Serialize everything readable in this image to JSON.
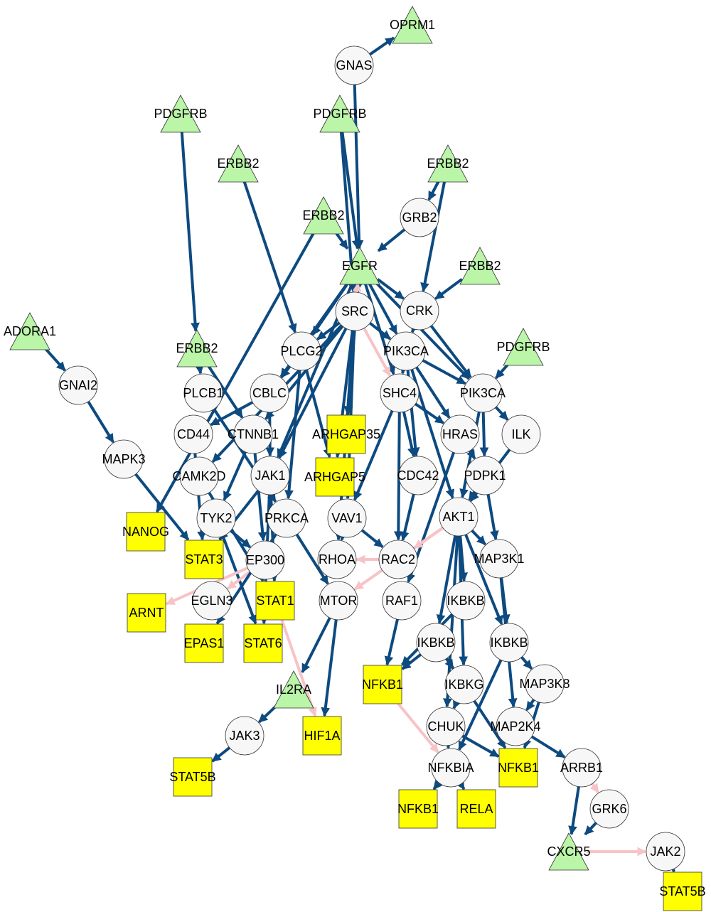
{
  "colors": {
    "activation_edge": "#0d4a80",
    "inhibition_edge": "#f7c3c6",
    "circle_fill": "#f7f7f7",
    "square_fill": "#ffff00",
    "triangle_fill": "#bbf5a8",
    "background": "#ffffff"
  },
  "nodes": [
    {
      "id": "oprm1",
      "label": "OPRM1",
      "shape": "triangle"
    },
    {
      "id": "gnas",
      "label": "GNAS",
      "shape": "circle"
    },
    {
      "id": "pdgfrb_left",
      "label": "PDGFRB",
      "shape": "triangle"
    },
    {
      "id": "pdgfrb_center",
      "label": "PDGFRB",
      "shape": "triangle"
    },
    {
      "id": "erbb2_a",
      "label": "ERBB2",
      "shape": "triangle"
    },
    {
      "id": "erbb2_b",
      "label": "ERBB2",
      "shape": "triangle"
    },
    {
      "id": "grb2",
      "label": "GRB2",
      "shape": "circle"
    },
    {
      "id": "erbb2_c",
      "label": "ERBB2",
      "shape": "triangle"
    },
    {
      "id": "egfr",
      "label": "EGFR",
      "shape": "triangle"
    },
    {
      "id": "erbb2_d",
      "label": "ERBB2",
      "shape": "triangle"
    },
    {
      "id": "src",
      "label": "SRC",
      "shape": "circle"
    },
    {
      "id": "crk",
      "label": "CRK",
      "shape": "circle"
    },
    {
      "id": "adora1",
      "label": "ADORA1",
      "shape": "triangle"
    },
    {
      "id": "erbb2_e",
      "label": "ERBB2",
      "shape": "triangle"
    },
    {
      "id": "plcg2",
      "label": "PLCG2",
      "shape": "circle"
    },
    {
      "id": "pik3ca_a",
      "label": "PIK3CA",
      "shape": "circle"
    },
    {
      "id": "pdgfrb_right",
      "label": "PDGFRB",
      "shape": "triangle"
    },
    {
      "id": "gnai2",
      "label": "GNAI2",
      "shape": "circle"
    },
    {
      "id": "plcb1",
      "label": "PLCB1",
      "shape": "circle"
    },
    {
      "id": "cblc",
      "label": "CBLC",
      "shape": "circle"
    },
    {
      "id": "shc4",
      "label": "SHC4",
      "shape": "circle"
    },
    {
      "id": "pik3ca_b",
      "label": "PIK3CA",
      "shape": "circle"
    },
    {
      "id": "cd44",
      "label": "CD44",
      "shape": "circle"
    },
    {
      "id": "ctnnb1",
      "label": "CTNNB1",
      "shape": "circle"
    },
    {
      "id": "arhgap35",
      "label": "ARHGAP35",
      "shape": "square"
    },
    {
      "id": "hras",
      "label": "HRAS",
      "shape": "circle"
    },
    {
      "id": "ilk",
      "label": "ILK",
      "shape": "circle"
    },
    {
      "id": "mapk3",
      "label": "MAPK3",
      "shape": "circle"
    },
    {
      "id": "camk2d",
      "label": "CAMK2D",
      "shape": "circle"
    },
    {
      "id": "jak1",
      "label": "JAK1",
      "shape": "circle"
    },
    {
      "id": "arhgap5",
      "label": "ARHGAP5",
      "shape": "square"
    },
    {
      "id": "cdc42",
      "label": "CDC42",
      "shape": "circle"
    },
    {
      "id": "pdpk1",
      "label": "PDPK1",
      "shape": "circle"
    },
    {
      "id": "nanog",
      "label": "NANOG",
      "shape": "square"
    },
    {
      "id": "tyk2",
      "label": "TYK2",
      "shape": "circle"
    },
    {
      "id": "prkca",
      "label": "PRKCA",
      "shape": "circle"
    },
    {
      "id": "vav1",
      "label": "VAV1",
      "shape": "circle"
    },
    {
      "id": "akt1",
      "label": "AKT1",
      "shape": "circle"
    },
    {
      "id": "stat3",
      "label": "STAT3",
      "shape": "square"
    },
    {
      "id": "ep300",
      "label": "EP300",
      "shape": "circle"
    },
    {
      "id": "rhoa",
      "label": "RHOA",
      "shape": "circle"
    },
    {
      "id": "rac2",
      "label": "RAC2",
      "shape": "circle"
    },
    {
      "id": "map3k1",
      "label": "MAP3K1",
      "shape": "circle"
    },
    {
      "id": "arnt",
      "label": "ARNT",
      "shape": "square"
    },
    {
      "id": "egln3",
      "label": "EGLN3",
      "shape": "circle"
    },
    {
      "id": "stat1",
      "label": "STAT1",
      "shape": "square"
    },
    {
      "id": "mtor",
      "label": "MTOR",
      "shape": "circle"
    },
    {
      "id": "raf1",
      "label": "RAF1",
      "shape": "circle"
    },
    {
      "id": "ikbkb_a",
      "label": "IKBKB",
      "shape": "circle"
    },
    {
      "id": "epas1",
      "label": "EPAS1",
      "shape": "square"
    },
    {
      "id": "stat6",
      "label": "STAT6",
      "shape": "square"
    },
    {
      "id": "ikbkb_b",
      "label": "IKBKB",
      "shape": "circle"
    },
    {
      "id": "ikbkb_c",
      "label": "IKBKB",
      "shape": "circle"
    },
    {
      "id": "il2ra",
      "label": "IL2RA",
      "shape": "triangle"
    },
    {
      "id": "nfkb1_a",
      "label": "NFKB1",
      "shape": "square"
    },
    {
      "id": "ikbkg",
      "label": "IKBKG",
      "shape": "circle"
    },
    {
      "id": "map3k8",
      "label": "MAP3K8",
      "shape": "circle"
    },
    {
      "id": "jak3",
      "label": "JAK3",
      "shape": "circle"
    },
    {
      "id": "hif1a",
      "label": "HIF1A",
      "shape": "square"
    },
    {
      "id": "chuk",
      "label": "CHUK",
      "shape": "circle"
    },
    {
      "id": "map2k4",
      "label": "MAP2K4",
      "shape": "circle"
    },
    {
      "id": "stat5b_a",
      "label": "STAT5B",
      "shape": "square"
    },
    {
      "id": "nfkbia",
      "label": "NFKBIA",
      "shape": "circle"
    },
    {
      "id": "nfkb1_b",
      "label": "NFKB1",
      "shape": "square"
    },
    {
      "id": "arrb1",
      "label": "ARRB1",
      "shape": "circle"
    },
    {
      "id": "nfkb1_c",
      "label": "NFKB1",
      "shape": "square"
    },
    {
      "id": "rela",
      "label": "RELA",
      "shape": "square"
    },
    {
      "id": "grk6",
      "label": "GRK6",
      "shape": "circle"
    },
    {
      "id": "cxcr5",
      "label": "CXCR5",
      "shape": "triangle"
    },
    {
      "id": "jak2",
      "label": "JAK2",
      "shape": "circle"
    },
    {
      "id": "stat5b_b",
      "label": "STAT5B",
      "shape": "square"
    }
  ],
  "edges": [
    {
      "from": "gnas",
      "to": "oprm1",
      "type": "activation"
    },
    {
      "from": "gnas",
      "to": "egfr",
      "type": "activation"
    },
    {
      "from": "pdgfrb_center",
      "to": "egfr",
      "type": "activation"
    },
    {
      "from": "pdgfrb_center",
      "to": "src",
      "type": "activation"
    },
    {
      "from": "pdgfrb_left",
      "to": "erbb2_e",
      "type": "activation"
    },
    {
      "from": "erbb2_a",
      "to": "plcg2",
      "type": "activation"
    },
    {
      "from": "erbb2_c",
      "to": "grb2",
      "type": "activation"
    },
    {
      "from": "erbb2_c",
      "to": "crk",
      "type": "activation"
    },
    {
      "from": "grb2",
      "to": "egfr",
      "type": "activation"
    },
    {
      "from": "erbb2_b",
      "to": "egfr",
      "type": "activation"
    },
    {
      "from": "erbb2_b",
      "to": "nanog",
      "type": "activation"
    },
    {
      "from": "erbb2_d",
      "to": "crk",
      "type": "activation"
    },
    {
      "from": "egfr",
      "to": "src",
      "type": "activation"
    },
    {
      "from": "egfr",
      "to": "crk",
      "type": "activation"
    },
    {
      "from": "egfr",
      "to": "plcg2",
      "type": "activation"
    },
    {
      "from": "egfr",
      "to": "pik3ca_a",
      "type": "activation"
    },
    {
      "from": "egfr",
      "to": "shc4",
      "type": "activation"
    },
    {
      "from": "egfr",
      "to": "pik3ca_b",
      "type": "activation"
    },
    {
      "from": "egfr",
      "to": "cblc",
      "type": "activation"
    },
    {
      "from": "egfr",
      "to": "jak1",
      "type": "activation"
    },
    {
      "from": "egfr",
      "to": "arhgap35",
      "type": "activation"
    },
    {
      "from": "src",
      "to": "egfr",
      "type": "inhibition"
    },
    {
      "from": "src",
      "to": "plcg2",
      "type": "activation"
    },
    {
      "from": "src",
      "to": "pik3ca_a",
      "type": "activation"
    },
    {
      "from": "src",
      "to": "ctnnb1",
      "type": "activation"
    },
    {
      "from": "src",
      "to": "arhgap35",
      "type": "activation"
    },
    {
      "from": "src",
      "to": "arhgap5",
      "type": "activation"
    },
    {
      "from": "src",
      "to": "vav1",
      "type": "activation"
    },
    {
      "from": "src",
      "to": "camk2d",
      "type": "activation"
    },
    {
      "from": "src",
      "to": "jak1",
      "type": "activation"
    },
    {
      "from": "src",
      "to": "shc4",
      "type": "inhibition"
    },
    {
      "from": "src",
      "to": "rhoa",
      "type": "activation"
    },
    {
      "from": "crk",
      "to": "pik3ca_a",
      "type": "activation"
    },
    {
      "from": "crk",
      "to": "pik3ca_b",
      "type": "activation"
    },
    {
      "from": "adora1",
      "to": "gnai2",
      "type": "activation"
    },
    {
      "from": "gnai2",
      "to": "mapk3",
      "type": "activation"
    },
    {
      "from": "mapk3",
      "to": "stat3",
      "type": "activation"
    },
    {
      "from": "erbb2_e",
      "to": "plcb1",
      "type": "activation"
    },
    {
      "from": "erbb2_e",
      "to": "ctnnb1",
      "type": "activation"
    },
    {
      "from": "plcg2",
      "to": "cblc",
      "type": "activation"
    },
    {
      "from": "plcg2",
      "to": "arhgap5",
      "type": "activation"
    },
    {
      "from": "plcg2",
      "to": "prkca",
      "type": "activation"
    },
    {
      "from": "plcb1",
      "to": "prkca",
      "type": "activation"
    },
    {
      "from": "cblc",
      "to": "cd44",
      "type": "activation"
    },
    {
      "from": "cblc",
      "to": "jak1",
      "type": "activation"
    },
    {
      "from": "cd44",
      "to": "stat3",
      "type": "activation"
    },
    {
      "from": "ctnnb1",
      "to": "ep300",
      "type": "activation"
    },
    {
      "from": "ctnnb1",
      "to": "tyk2",
      "type": "activation"
    },
    {
      "from": "camk2d",
      "to": "stat1",
      "type": "activation"
    },
    {
      "from": "jak1",
      "to": "stat1",
      "type": "activation"
    },
    {
      "from": "jak1",
      "to": "stat6",
      "type": "activation"
    },
    {
      "from": "jak1",
      "to": "stat3",
      "type": "activation"
    },
    {
      "from": "tyk2",
      "to": "stat6",
      "type": "activation"
    },
    {
      "from": "tyk2",
      "to": "ep300",
      "type": "activation"
    },
    {
      "from": "ep300",
      "to": "arnt",
      "type": "inhibition"
    },
    {
      "from": "ep300",
      "to": "egln3",
      "type": "inhibition"
    },
    {
      "from": "stat1",
      "to": "hif1a",
      "type": "inhibition"
    },
    {
      "from": "prkca",
      "to": "mtor",
      "type": "activation"
    },
    {
      "from": "prkca",
      "to": "epas1",
      "type": "activation"
    },
    {
      "from": "pik3ca_a",
      "to": "shc4",
      "type": "activation"
    },
    {
      "from": "pik3ca_a",
      "to": "hras",
      "type": "activation"
    },
    {
      "from": "pik3ca_a",
      "to": "akt1",
      "type": "activation"
    },
    {
      "from": "pik3ca_a",
      "to": "cdc42",
      "type": "activation"
    },
    {
      "from": "pik3ca_a",
      "to": "pik3ca_b",
      "type": "activation"
    },
    {
      "from": "pdgfrb_right",
      "to": "pik3ca_b",
      "type": "activation"
    },
    {
      "from": "shc4",
      "to": "vav1",
      "type": "activation"
    },
    {
      "from": "shc4",
      "to": "cdc42",
      "type": "activation"
    },
    {
      "from": "shc4",
      "to": "rac2",
      "type": "activation"
    },
    {
      "from": "shc4",
      "to": "hras",
      "type": "activation"
    },
    {
      "from": "pik3ca_b",
      "to": "ilk",
      "type": "activation"
    },
    {
      "from": "pik3ca_b",
      "to": "pdpk1",
      "type": "activation"
    },
    {
      "from": "pik3ca_b",
      "to": "akt1",
      "type": "activation"
    },
    {
      "from": "hras",
      "to": "pdpk1",
      "type": "activation"
    },
    {
      "from": "hras",
      "to": "raf1",
      "type": "activation"
    },
    {
      "from": "ilk",
      "to": "akt1",
      "type": "activation"
    },
    {
      "from": "pdpk1",
      "to": "akt1",
      "type": "activation"
    },
    {
      "from": "pdpk1",
      "to": "map3k1",
      "type": "activation"
    },
    {
      "from": "cdc42",
      "to": "rac2",
      "type": "activation"
    },
    {
      "from": "vav1",
      "to": "rac2",
      "type": "activation"
    },
    {
      "from": "vav1",
      "to": "rhoa",
      "type": "activation"
    },
    {
      "from": "rac2",
      "to": "rhoa",
      "type": "inhibition"
    },
    {
      "from": "akt1",
      "to": "mtor",
      "type": "inhibition"
    },
    {
      "from": "akt1",
      "to": "rac2",
      "type": "inhibition"
    },
    {
      "from": "akt1",
      "to": "ikbkb_a",
      "type": "activation"
    },
    {
      "from": "akt1",
      "to": "ikbkb_b",
      "type": "activation"
    },
    {
      "from": "akt1",
      "to": "ikbkb_c",
      "type": "activation"
    },
    {
      "from": "akt1",
      "to": "map3k1",
      "type": "activation"
    },
    {
      "from": "akt1",
      "to": "ikbkg",
      "type": "activation"
    },
    {
      "from": "akt1",
      "to": "chuk",
      "type": "activation"
    },
    {
      "from": "map3k1",
      "to": "ikbkb_c",
      "type": "activation"
    },
    {
      "from": "map3k1",
      "to": "map2k4",
      "type": "activation"
    },
    {
      "from": "raf1",
      "to": "nfkb1_a",
      "type": "activation"
    },
    {
      "from": "mtor",
      "to": "hif1a",
      "type": "activation"
    },
    {
      "from": "mtor",
      "to": "il2ra",
      "type": "activation"
    },
    {
      "from": "il2ra",
      "to": "jak3",
      "type": "activation"
    },
    {
      "from": "jak3",
      "to": "stat5b_a",
      "type": "activation"
    },
    {
      "from": "ikbkb_a",
      "to": "nfkb1_a",
      "type": "activation"
    },
    {
      "from": "ikbkb_b",
      "to": "nfkb1_a",
      "type": "activation"
    },
    {
      "from": "ikbkb_b",
      "to": "ikbkg",
      "type": "activation"
    },
    {
      "from": "ikbkb_b",
      "to": "nfkb1_b",
      "type": "activation"
    },
    {
      "from": "ikbkb_c",
      "to": "map3k8",
      "type": "activation"
    },
    {
      "from": "ikbkb_c",
      "to": "nfkbia",
      "type": "activation"
    },
    {
      "from": "ikbkg",
      "to": "chuk",
      "type": "activation"
    },
    {
      "from": "map3k8",
      "to": "map2k4",
      "type": "activation"
    },
    {
      "from": "map3k8",
      "to": "nfkb1_b",
      "type": "activation"
    },
    {
      "from": "chuk",
      "to": "nfkbia",
      "type": "activation"
    },
    {
      "from": "chuk",
      "to": "nfkb1_b",
      "type": "activation"
    },
    {
      "from": "map2k4",
      "to": "arrb1",
      "type": "activation"
    },
    {
      "from": "nfkb1_a",
      "to": "nfkbia",
      "type": "inhibition"
    },
    {
      "from": "nfkbia",
      "to": "nfkb1_c",
      "type": "activation"
    },
    {
      "from": "nfkbia",
      "to": "rela",
      "type": "activation"
    },
    {
      "from": "arrb1",
      "to": "cxcr5",
      "type": "activation"
    },
    {
      "from": "arrb1",
      "to": "grk6",
      "type": "inhibition"
    },
    {
      "from": "grk6",
      "to": "cxcr5",
      "type": "activation"
    },
    {
      "from": "cxcr5",
      "to": "jak2",
      "type": "inhibition"
    },
    {
      "from": "jak2",
      "to": "stat5b_b",
      "type": "activation"
    }
  ]
}
